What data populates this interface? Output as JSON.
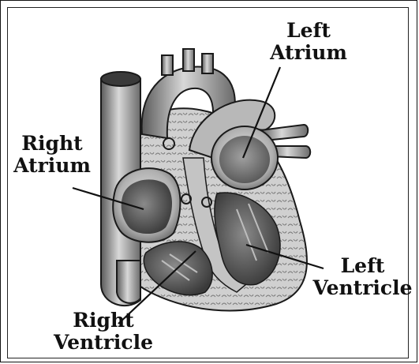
{
  "labels": {
    "left_atrium": {
      "line1": "Left",
      "line2": "Atrium"
    },
    "right_atrium": {
      "line1": "Right",
      "line2": "Atrium"
    },
    "left_ventricle": {
      "line1": "Left",
      "line2": "Ventricle"
    },
    "right_ventricle": {
      "line1": "Right",
      "line2": "Ventricle"
    }
  },
  "colors": {
    "outline": "#1a1a1a",
    "tissue_light": "#d9d9d9",
    "tissue_mid": "#9a9a9a",
    "tissue_dark": "#3a3a3a"
  }
}
